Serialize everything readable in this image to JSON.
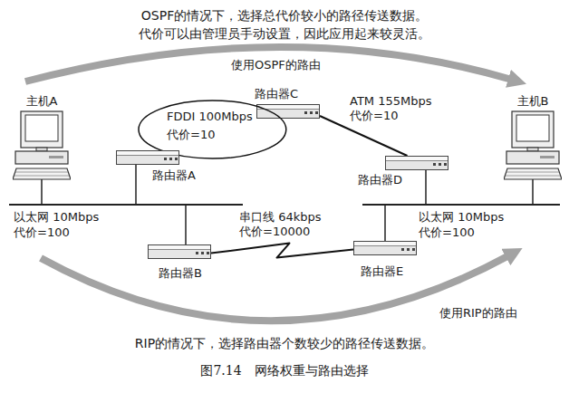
{
  "diagram": {
    "caption": "图7.14　网络权重与路由选择",
    "nodes": [
      {
        "text": [
          "主机A"
        ]
      },
      {
        "text": [
          "路由器C"
        ]
      },
      {
        "text": [
          "FDDI 100Mbps",
          "代价=10"
        ]
      },
      {
        "text": [
          "路由器A"
        ]
      },
      {
        "text": [
          "路由器D"
        ]
      },
      {
        "text": [
          "主机B"
        ]
      },
      {
        "text": [
          "路由器B"
        ]
      },
      {
        "text": [
          "路由器E"
        ]
      }
    ],
    "edges": [
      {
        "from": 1,
        "to": 4,
        "arrow": "none",
        "label": "ATM 155Mbps 代价=10"
      },
      {
        "from": 6,
        "to": 7,
        "arrow": "none",
        "label": "串口线 64kbps 代价=10000"
      }
    ],
    "labels": [
      "OSPF的情况下，选择总代价较小的路径传送数据。",
      "代价可以由管理员手动设置，因此应用起来较灵活。",
      "使用OSPF的路由",
      "以太网 10Mbps",
      "代价=100",
      "以太网 10Mbps",
      "代价=100",
      "使用RIP的路由",
      "RIP的情况下，选择路由器个数较少的路径传送数据。"
    ]
  }
}
